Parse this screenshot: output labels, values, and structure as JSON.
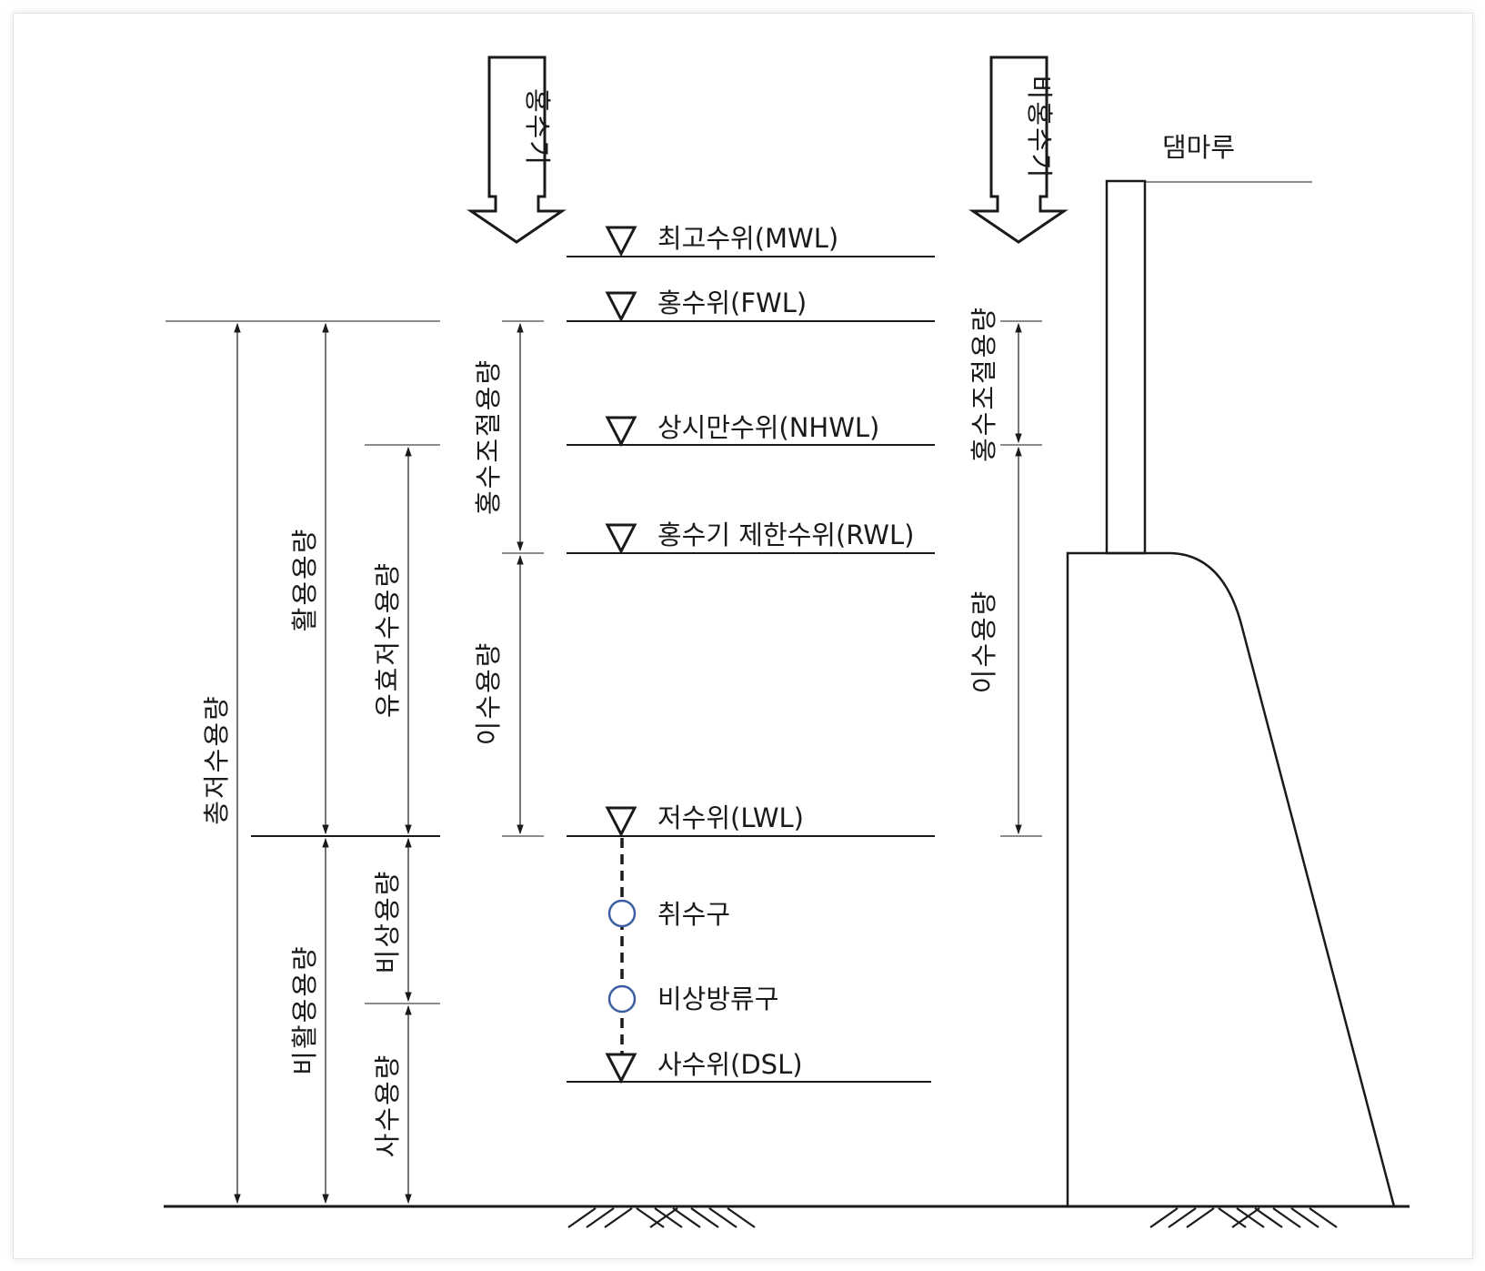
{
  "diagram": {
    "arrows": {
      "flood_season": "홍수기",
      "non_flood_season": "비홍수기"
    },
    "dam_crest": "댐마루",
    "water_levels": {
      "mwl": "최고수위(MWL)",
      "fwl": "홍수위(FWL)",
      "nhwl": "상시만수위(NHWL)",
      "rwl": "홍수기 제한수위(RWL)",
      "lwl": "저수위(LWL)",
      "dsl": "사수위(DSL)"
    },
    "outlets": {
      "intake": "취수구",
      "emergency_outlet": "비상방류구"
    },
    "capacities": {
      "total_storage": "총저수용량",
      "active_storage": "활용용량",
      "effective_storage": "유효저수용량",
      "inactive_storage": "비활용용량",
      "emergency_storage": "비상용량",
      "dead_storage": "사수용량",
      "flood_control_flood_season": "홍수조절용량",
      "water_use_flood_season": "이수용량",
      "flood_control_non_flood": "홍수조절용량",
      "water_use_non_flood": "이수용량"
    },
    "colors": {
      "line": "#1a1a1a",
      "outlet_circle": "#3a5ea0"
    }
  }
}
